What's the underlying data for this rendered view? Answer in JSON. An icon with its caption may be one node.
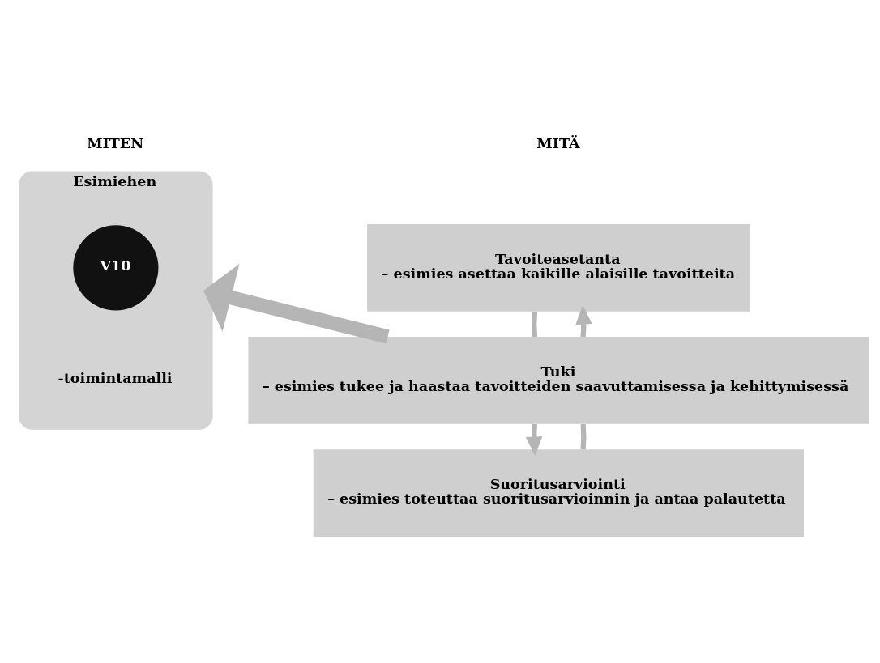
{
  "diagram": {
    "nodes": [
      {
        "text": [
          "Tavoiteasetanta",
          "– esimies asettaa kaikille alaisille tavoitteita"
        ]
      },
      {
        "text": [
          "Tuki",
          "– esimies tukee ja haastaa tavoitteiden saavuttamisessa ja kehittymisessä"
        ]
      },
      {
        "text": [
          "Suoritusarviointi",
          "– esimies toteuttaa suoritusarvioinnin ja antaa palautetta"
        ]
      },
      {
        "text": [
          "Esimiehen",
          "-toimintamalli"
        ]
      },
      {
        "text": [
          "V10"
        ],
        "in": 3
      }
    ],
    "edges": [
      {
        "from": 0,
        "to": 1,
        "arrow": "none"
      },
      {
        "from": 1,
        "to": 0,
        "arrow": "to"
      },
      {
        "from": 1,
        "to": 2,
        "arrow": "to"
      },
      {
        "from": 2,
        "to": 1,
        "arrow": "none"
      },
      {
        "from": 1,
        "to": 3,
        "arrow": "to",
        "style": "thick"
      }
    ],
    "labels": [
      "MITÄ",
      "MITEN"
    ]
  }
}
